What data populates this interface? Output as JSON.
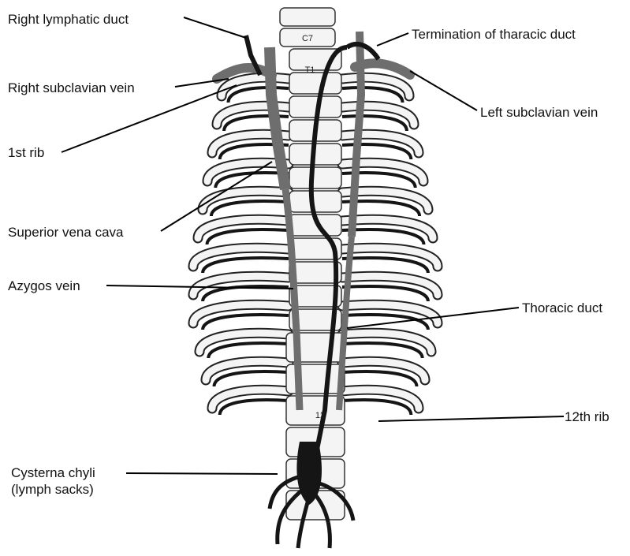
{
  "labels": {
    "right_lymphatic_duct": "Right lymphatic duct",
    "termination_thoracic_duct": "Termination of tharacic duct",
    "right_subclavian_vein": "Right subclavian vein",
    "left_subclavian_vein": "Left subclavian vein",
    "first_rib": "1st rib",
    "superior_vena_cava": "Superior vena cava",
    "azygos_vein": "Azygos vein",
    "thoracic_duct": "Thoracic duct",
    "twelfth_rib": "12th rib",
    "cysterna_chyli_line1": "Cysterna chyli",
    "cysterna_chyli_line2": "(lymph sacks)"
  },
  "vertebra_labels": {
    "c7": "C7",
    "t1": "T1",
    "t12": "12"
  },
  "colors": {
    "bone": "#f4f4f4",
    "vessel_dark": "#151515",
    "vein_gray": "#6e6e6e",
    "line": "#000000"
  }
}
